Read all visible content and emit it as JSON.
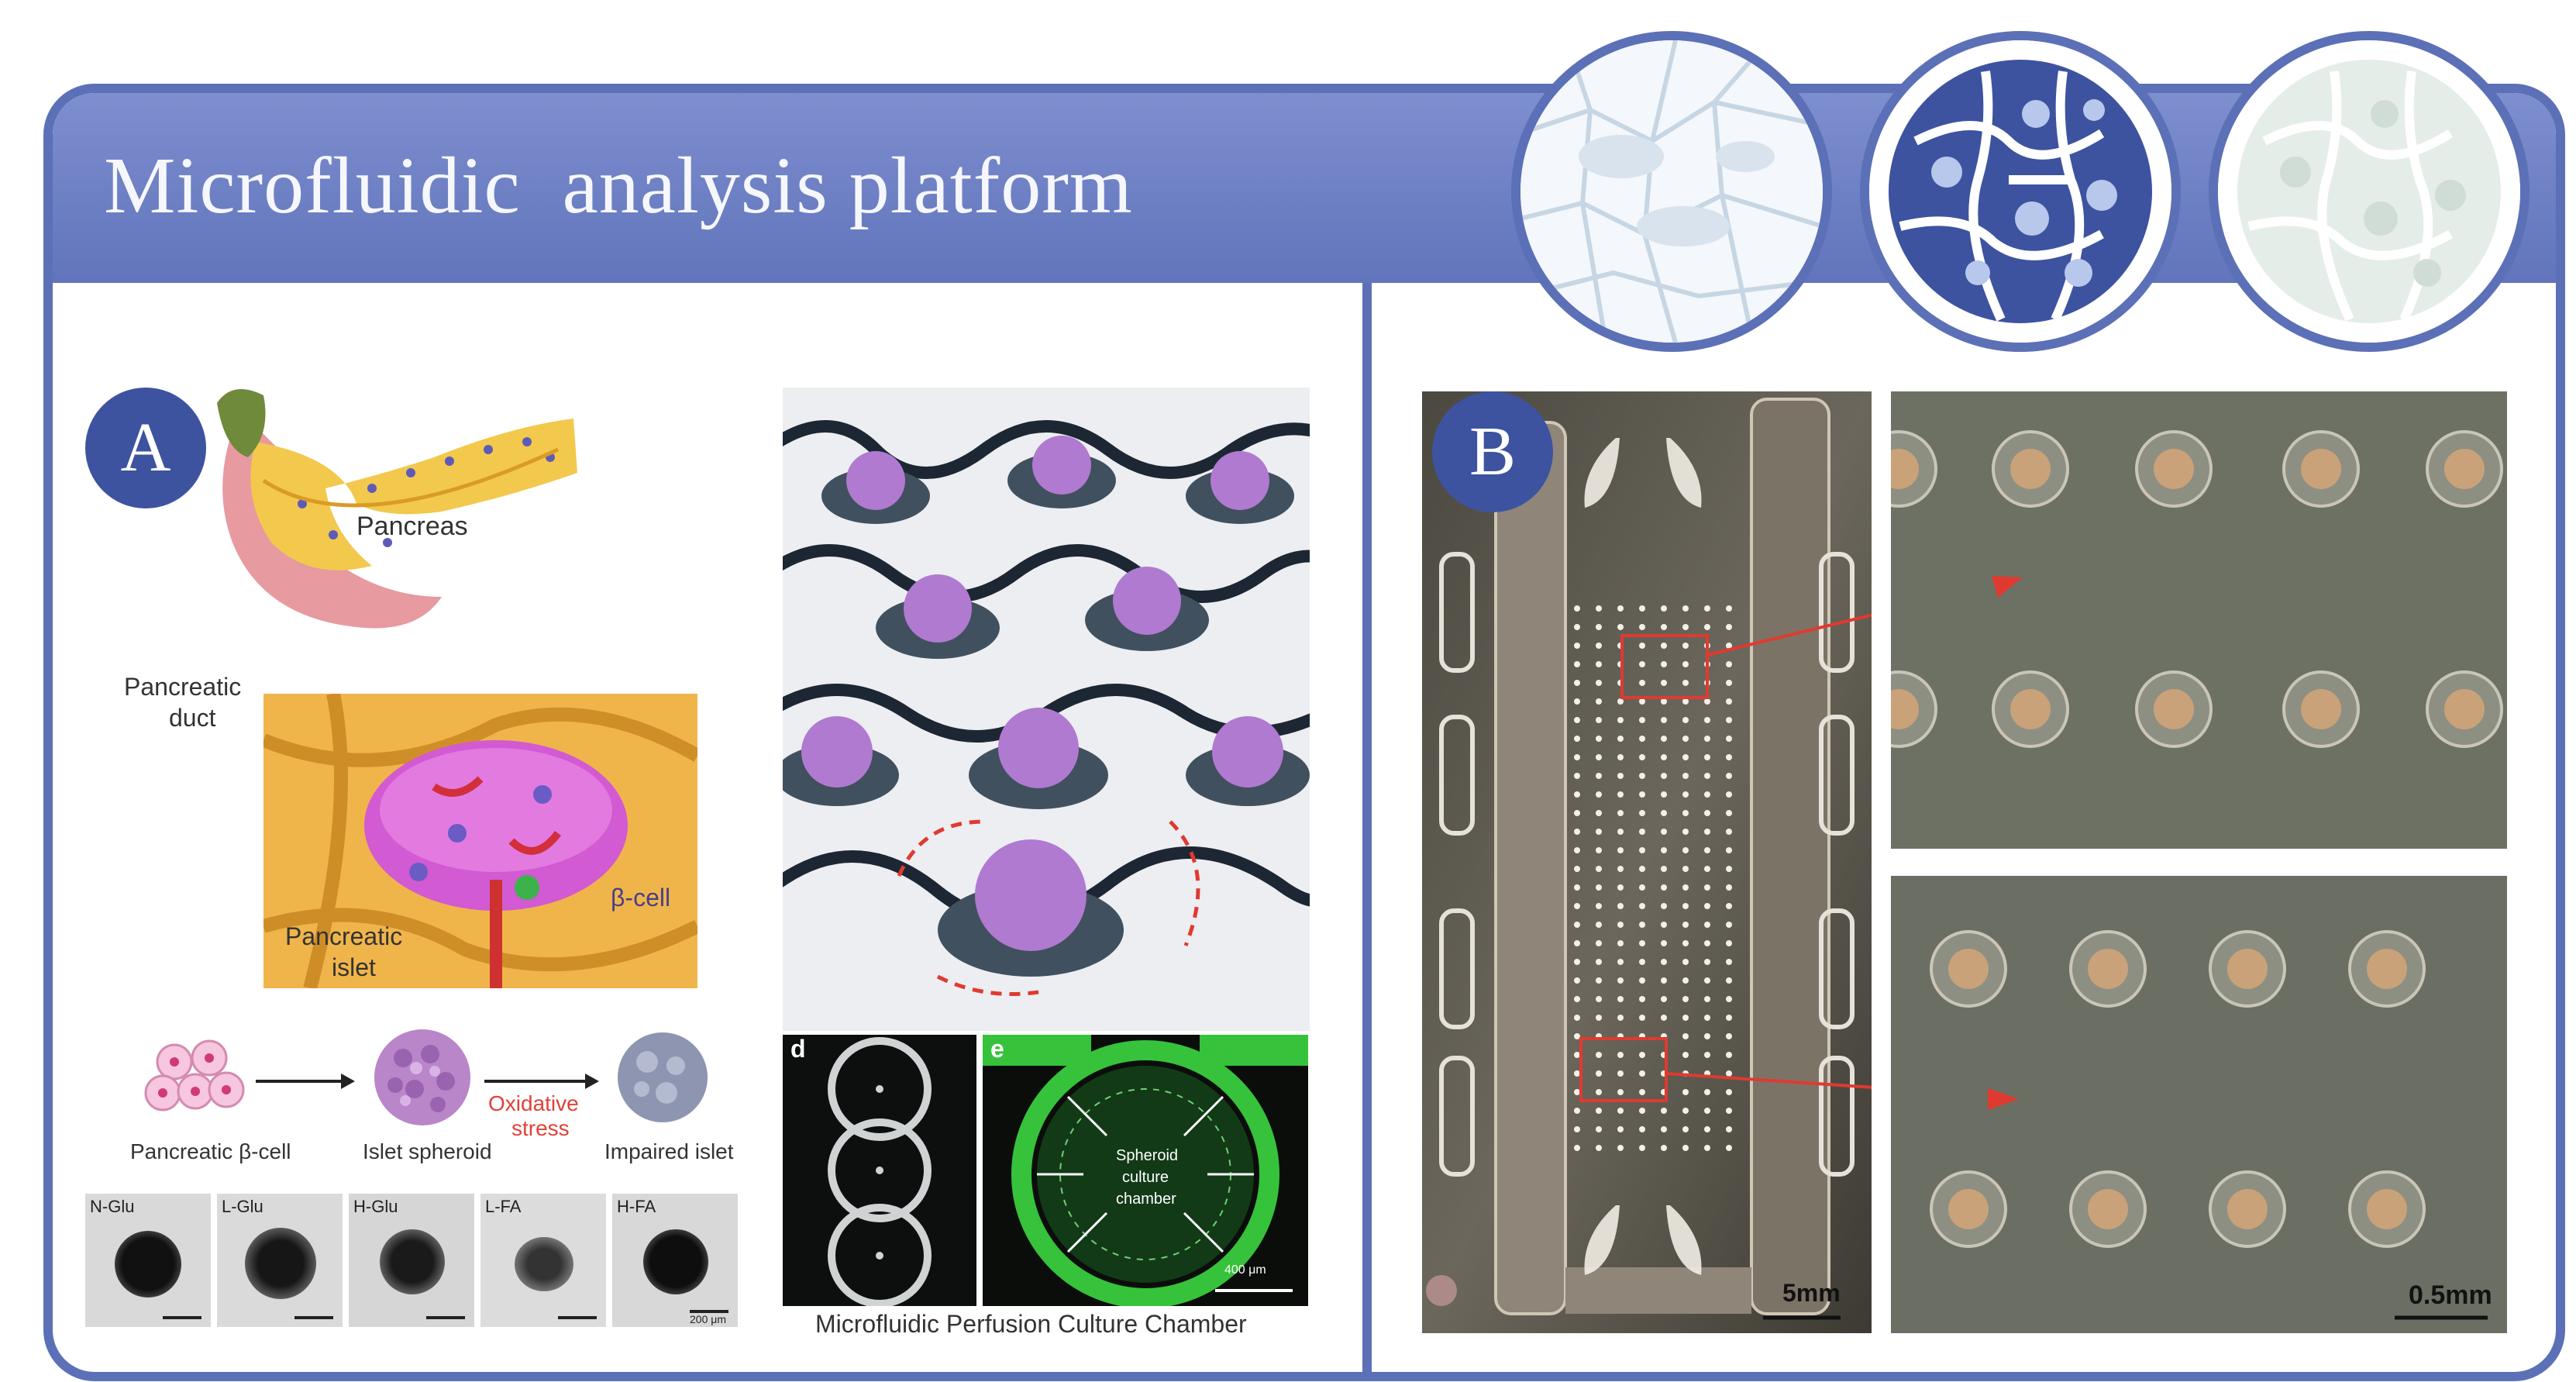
{
  "header": {
    "title": "Microfluidic  analysis platform"
  },
  "panel_a": {
    "badge": "A",
    "anatomy": {
      "pancreas_label": "Pancreas",
      "duct_label_line1": "Pancreatic",
      "duct_label_line2": "duct",
      "islet_label_line1": "Pancreatic",
      "islet_label_line2": "islet",
      "beta_label": "β-cell"
    },
    "pathway": {
      "step1": "Pancreatic β-cell",
      "step2": "Islet spheroid",
      "stress_line1": "Oxidative",
      "stress_line2": "stress",
      "step3": "Impaired islet"
    },
    "micrographs": {
      "labels": [
        "N-Glu",
        "L-Glu",
        "H-Glu",
        "L-FA",
        "H-FA"
      ],
      "scale": "200 μm"
    },
    "chamber": {
      "sub_d": "d",
      "sub_e": "e",
      "center_line1": "Spheroid",
      "center_line2": "culture",
      "center_line3": "chamber",
      "scale": "400 μm",
      "caption": "Microfluidic Perfusion Culture Chamber"
    }
  },
  "panel_b": {
    "badge": "B",
    "chip_scale": "5mm",
    "zoom_scale": "0.5mm"
  },
  "colors": {
    "accent": "#5b70b6",
    "header": "#7386c6",
    "badge": "#3d53a0",
    "highlight": "#e03a30"
  }
}
